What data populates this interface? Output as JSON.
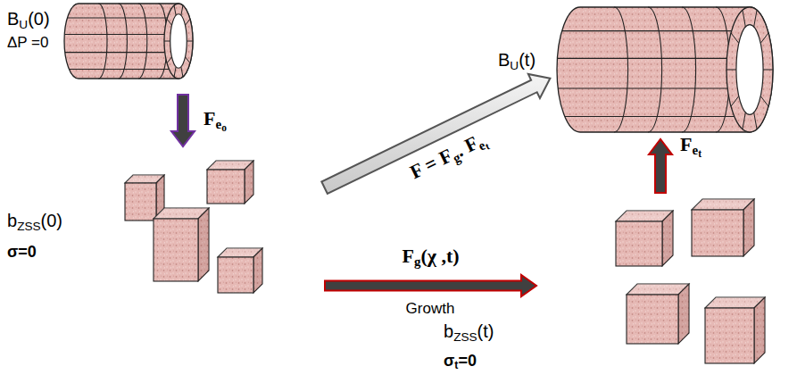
{
  "diagram": {
    "nodes": [
      {
        "text": [
          "BU(0)",
          "ΔP =0"
        ]
      },
      {
        "text": [
          "bZSS(0)",
          "σ=0"
        ]
      },
      {
        "text": [
          "bZSS(t)",
          "σt=0"
        ]
      },
      {
        "text": [
          "BU(t)"
        ]
      }
    ],
    "edges": [
      {
        "from": 0,
        "to": 1,
        "label": "Feo",
        "arrow": "to"
      },
      {
        "from": 1,
        "to": 2,
        "label": "Fg(χ ,t)",
        "arrow": "to"
      },
      {
        "from": 1,
        "to": 3,
        "label": "F = Fg. Fet",
        "arrow": "to"
      },
      {
        "from": 2,
        "to": 3,
        "label": "Fet",
        "arrow": "to"
      }
    ],
    "labels": [
      "Growth"
    ]
  }
}
